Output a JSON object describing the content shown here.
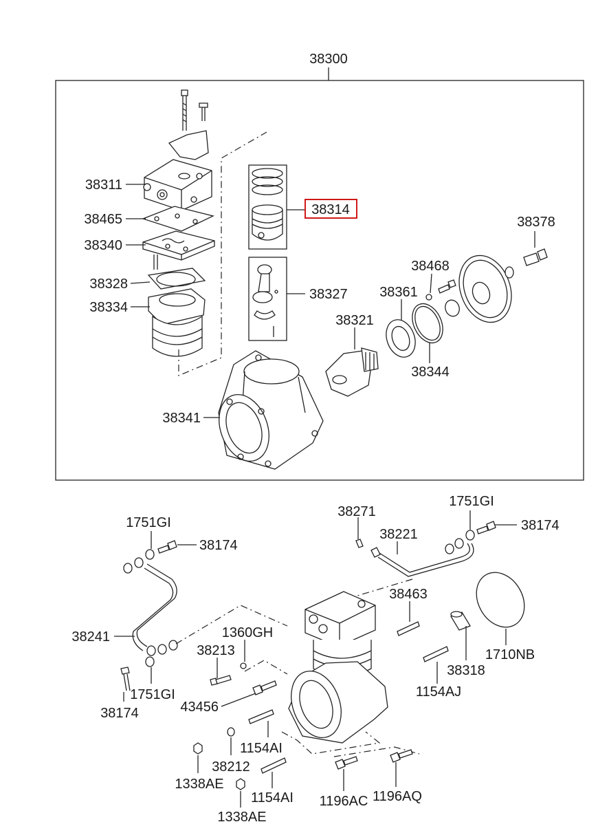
{
  "diagram": {
    "assembly_label": "38300",
    "highlight_color": "#d01818",
    "labels": {
      "p38311": "38311",
      "p38465": "38465",
      "p38340": "38340",
      "p38328": "38328",
      "p38334": "38334",
      "p38341": "38341",
      "p38314": "38314",
      "p38327": "38327",
      "p38321": "38321",
      "p38361": "38361",
      "p38468": "38468",
      "p38344": "38344",
      "p38378": "38378",
      "p1751gi_a": "1751GI",
      "p38174_a": "38174",
      "p38241": "38241",
      "p1751gi_b": "1751GI",
      "p38174_b": "38174",
      "p38271": "38271",
      "p38221": "38221",
      "p1751gi_c": "1751GI",
      "p38174_c": "38174",
      "p38463": "38463",
      "p1360gh": "1360GH",
      "p38213": "38213",
      "p43456": "43456",
      "p1154ai_a": "1154AI",
      "p38212": "38212",
      "p1338ae_a": "1338AE",
      "p1154ai_b": "1154AI",
      "p1338ae_b": "1338AE",
      "p1196ac": "1196AC",
      "p1196aq": "1196AQ",
      "p1154aj": "1154AJ",
      "p38318": "38318",
      "p1710nb": "1710NB"
    }
  }
}
